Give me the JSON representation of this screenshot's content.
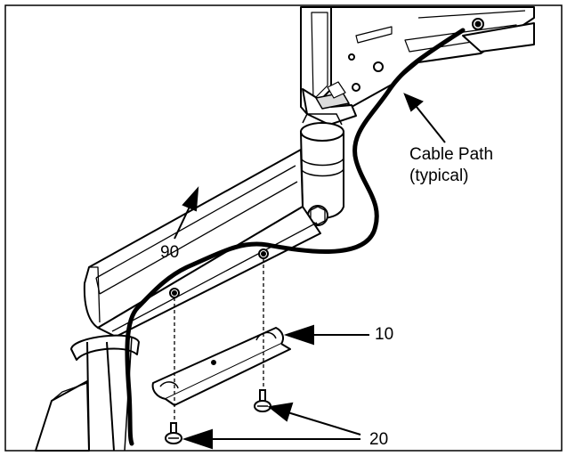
{
  "callouts": {
    "cable_path": "Cable Path",
    "typical": "(typical)",
    "label_90": "90",
    "label_10": "10",
    "label_20": "20"
  },
  "colors": {
    "line": "#000000",
    "fill": "#ffffff",
    "shade": "#dcdcdc"
  }
}
